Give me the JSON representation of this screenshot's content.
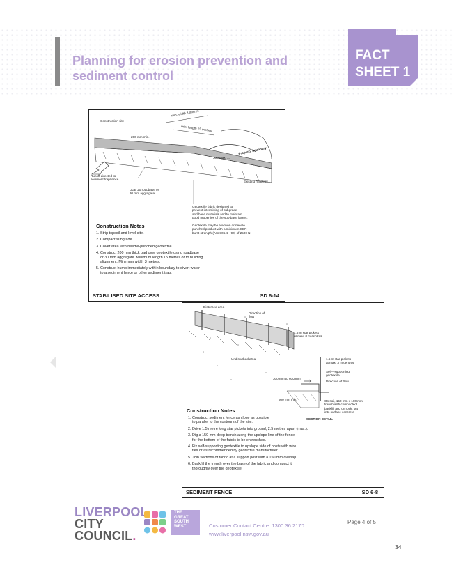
{
  "header": {
    "title_line1": "Planning for erosion prevention and",
    "title_line2": "sediment control",
    "badge_line1": "FACT",
    "badge_line2": "SHEET 1",
    "badge_color": "#a893cf",
    "title_color": "#b8a2d4"
  },
  "figure1": {
    "labels": {
      "construction_site": "Construction site",
      "min_width": "min. width 3 metres",
      "min_length": "min. length 15 metres",
      "thickness": "200 mm min.",
      "max_300": "300 max. ... ",
      "property_boundary": "Property boundary",
      "runoff": "Runoff directed to\nsediment trap/fence",
      "existing_roadway": "Existing roadway",
      "dgb": "DGB 20 roadbase or\n30 mm aggregate",
      "geotextile_note": "Geotextile fabric designed to\nprevent intermixing of subgrade\nand base materials and to maintain\ngood properties of the sub-base layers.",
      "geotextile_spec": "Geotextile may be a woven or needle\npunched product with a minimum CBR\nburst strength (AS3706.4—90) of 2500 N"
    },
    "notes_heading": "Construction Notes",
    "notes": [
      "1. Strip topsoil and level site.",
      "2. Compact subgrade.",
      "3. Cover area with needle-punched geotextile.",
      "4. Construct 200 mm thick pad over geotextile using roadbase\n    or 30 mm aggregate. Minimum length 15 metres or to building\n    alignment. Minimum width 3 metres.",
      "5. Construct hump immediately within boundary to divert water\n    to a sediment fence or other sediment trap."
    ],
    "footer_title": "STABILISED SITE ACCESS",
    "footer_code": "SD 6-14"
  },
  "figure2": {
    "labels": {
      "disturbed_area": "Disturbed area",
      "direction_flow_top": "Direction of\nflow",
      "star_pickets_top": "1.5 m star pickets\nat max. 3 m centres",
      "undisturbed_area": "Undisturbed area",
      "star_pickets_right": "1.5 m star pickets\nat max. 3 m centres",
      "self_supporting": "Self—supporting\ngeotextile",
      "direction_flow_right": "Direction of flow",
      "height": "300 mm to 600 mm",
      "depth": "600 mm min.",
      "trench_note": "On soil, 150 mm x 100 mm\ntrench with compacted\nbackfill and on rock, set\ninto surface concrete",
      "section_detail": "SECTION DETAIL"
    },
    "notes_heading": "Construction Notes",
    "notes": [
      "1. Construct sediment fence as close as possible\n    to parallel to the contours of the site.",
      "2. Drive 1.5 metre long star pickets into ground, 2.5 metres apart (max.).",
      "3. Dig a 150 mm deep trench along the upslope line of the fence\n    for the bottom of the fabric to be entrenched.",
      "4. Fix self-supporting geotextile to upslope side of posts with wire\n    ties or as recommended by geotextile manufacturer.",
      "5. Join sections of fabric at a support post with a 150 mm overlap.",
      "6. Backfill the trench over the base of the fabric and compact it\n    thoroughly over the geotextile"
    ],
    "footer_title": "SEDIMENT FENCE",
    "footer_code": "SD 6-8"
  },
  "footer": {
    "council_line1": "LIVERPOOL",
    "council_line2": "CITY",
    "council_line3": "COUNCIL",
    "council_dot": ".",
    "gsw_lines": [
      "THE",
      "GREAT",
      "SOUTH",
      "WEST"
    ],
    "contact_label": "Customer Contact Centre:",
    "contact_phone": "1300 36 2170",
    "website": "www.liverpool.nsw.gov.au",
    "page_info": "Page 4 of 5",
    "page_number": "34"
  }
}
